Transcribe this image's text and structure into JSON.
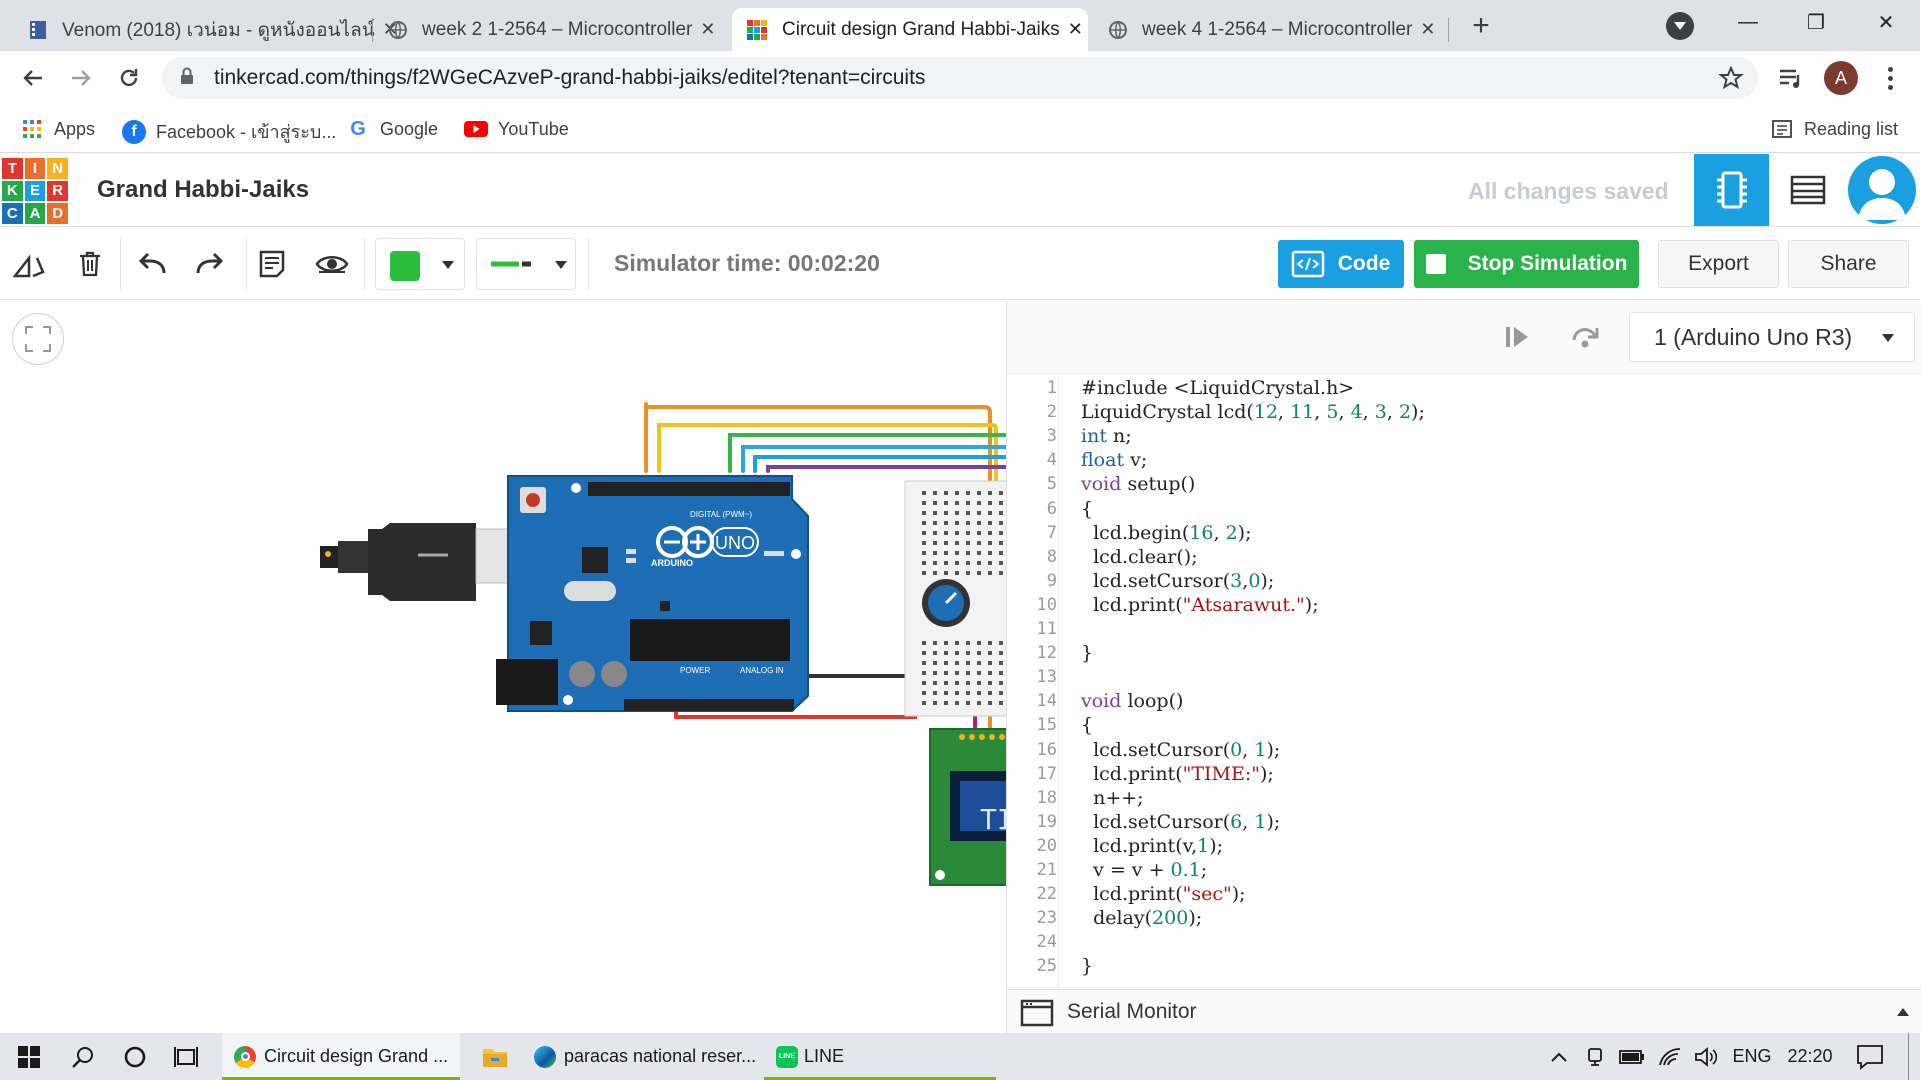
{
  "browser": {
    "tabs": [
      {
        "title": "Venom (2018) เวน่อม - ดูหนังออนไลน์",
        "icon": "film-icon",
        "active": false
      },
      {
        "title": "week 2 1-2564 – Microcontroller",
        "icon": "globe-icon",
        "active": false
      },
      {
        "title": "Circuit design Grand Habbi-Jaiks",
        "icon": "tinkercad-icon",
        "active": true
      },
      {
        "title": "week 4 1-2564 – Microcontroller",
        "icon": "globe-icon",
        "active": false
      }
    ],
    "new_tab": "+",
    "address": "tinkercad.com/things/f2WGeCAzveP-grand-habbi-jaiks/editel?tenant=circuits",
    "profile_initial": "A",
    "bookmarks": [
      {
        "label": "Apps",
        "icon": "apps-grid-icon"
      },
      {
        "label": "Facebook - เข้าสู่ระบ...",
        "icon": "facebook-icon"
      },
      {
        "label": "Google",
        "icon": "google-icon"
      },
      {
        "label": "YouTube",
        "icon": "youtube-icon"
      }
    ],
    "reading_list": "Reading list"
  },
  "tinkercad": {
    "logo_letters": [
      "T",
      "I",
      "N",
      "K",
      "E",
      "R",
      "C",
      "A",
      "D"
    ],
    "logo_colors": [
      "#e2352d",
      "#e9702a",
      "#f5b21b",
      "#28a748",
      "#1a9fe0",
      "#e2352d",
      "#1a6fb5",
      "#28a748",
      "#e9702a"
    ],
    "design_title": "Grand Habbi-Jaiks",
    "save_status": "All changes saved",
    "simulator_time": "Simulator time: 00:02:20",
    "code_button": "Code",
    "stop_button": "Stop Simulation",
    "export_button": "Export",
    "share_button": "Share",
    "device_select": "1 (Arduino Uno R3)",
    "wire_color": "#2cbe3c",
    "accent": "#1a9fe0",
    "stop_color": "#29b34a"
  },
  "code": {
    "lines": [
      "#include <LiquidCrystal.h>",
      "LiquidCrystal lcd(12, 11, 5, 4, 3, 2);",
      "int n;",
      "float v;",
      "void setup()",
      "{",
      "  lcd.begin(16, 2);",
      "  lcd.clear();",
      "  lcd.setCursor(3,0);",
      "  lcd.print(\"Atsarawut.\");",
      "",
      "}",
      "",
      "void loop()",
      "{",
      "  lcd.setCursor(0, 1);",
      "  lcd.print(\"TIME:\");",
      "  n++;",
      "  lcd.setCursor(6, 1);",
      "  lcd.print(v,1);",
      "  v = v + 0.1;",
      "  lcd.print(\"sec\");",
      "  delay(200);",
      "",
      "}"
    ]
  },
  "serial_monitor": "Serial Monitor",
  "board": {
    "uno_label": "UNO",
    "arduino_label": "ARDUINO",
    "digital_label": "DIGITAL (PWM~)",
    "power_label": "POWER",
    "analog_label": "ANALOG IN",
    "lcd_text": "TI"
  },
  "taskbar": {
    "tasks": [
      {
        "label": "Circuit design Grand ...",
        "icon": "chrome-icon",
        "active": true
      },
      {
        "label": "",
        "icon": "file-explorer-icon",
        "active": false
      },
      {
        "label": "paracas national reser...",
        "icon": "edge-icon",
        "active": false
      },
      {
        "label": "LINE",
        "icon": "line-icon",
        "active": true
      }
    ],
    "language": "ENG",
    "clock": "22:20"
  }
}
